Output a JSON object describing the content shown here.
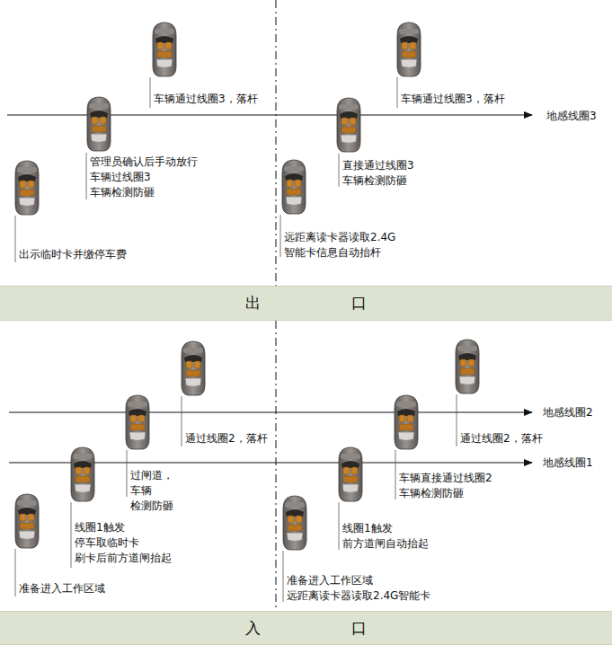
{
  "diagram": {
    "nodes": [
      {
        "text": [
          "出 口"
        ]
      },
      {
        "text": [
          "入 口"
        ]
      }
    ],
    "labels": [
      "车辆通过线圈3，落杆",
      "车辆通过线圈3，落杆",
      "地感线圈3",
      "管理员确认后手动放行 车辆过线圈3 车辆检测防砸",
      "直接通过线圈3 车辆检测防砸",
      "远距离读卡器读取2.4G 智能卡信息自动抬杆",
      "出示临时卡并缴停车费",
      "通过线圈2，落杆",
      "通过线圈2，落杆",
      "地感线圈2",
      "地感线圈1",
      "过闸道，车辆 检测防砸",
      "车辆直接通过线圈2 车辆检测防砸",
      "线圈1触发 停车取临时卡 刷卡后前方道闸抬起",
      "线圈1触发 前方道闸自动抬起",
      "准备进入工作区域",
      "准备进入工作区域 远距离读卡器读取2.4G智能卡"
    ]
  }
}
